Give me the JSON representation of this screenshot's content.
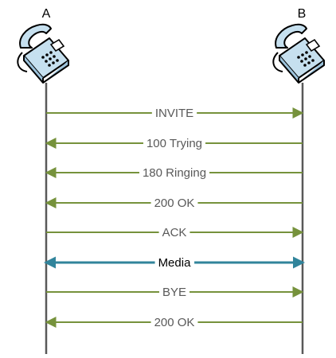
{
  "endpoints": {
    "a": {
      "label": "A",
      "icon": "desk-phone-icon"
    },
    "b": {
      "label": "B",
      "icon": "desk-phone-icon"
    }
  },
  "colors": {
    "lifeline": "#595959",
    "signaling": "#76923c",
    "media": "#31849b",
    "phone_body": "#c6e0ef",
    "phone_outline": "#000000"
  },
  "messages": [
    {
      "label": "INVITE",
      "direction": "a-to-b",
      "kind": "signaling"
    },
    {
      "label": "100 Trying",
      "direction": "b-to-a",
      "kind": "signaling"
    },
    {
      "label": "180 Ringing",
      "direction": "b-to-a",
      "kind": "signaling"
    },
    {
      "label": "200 OK",
      "direction": "b-to-a",
      "kind": "signaling"
    },
    {
      "label": "ACK",
      "direction": "a-to-b",
      "kind": "signaling"
    },
    {
      "label": "Media",
      "direction": "both",
      "kind": "media"
    },
    {
      "label": "BYE",
      "direction": "a-to-b",
      "kind": "signaling"
    },
    {
      "label": "200 OK",
      "direction": "b-to-a",
      "kind": "signaling"
    }
  ]
}
